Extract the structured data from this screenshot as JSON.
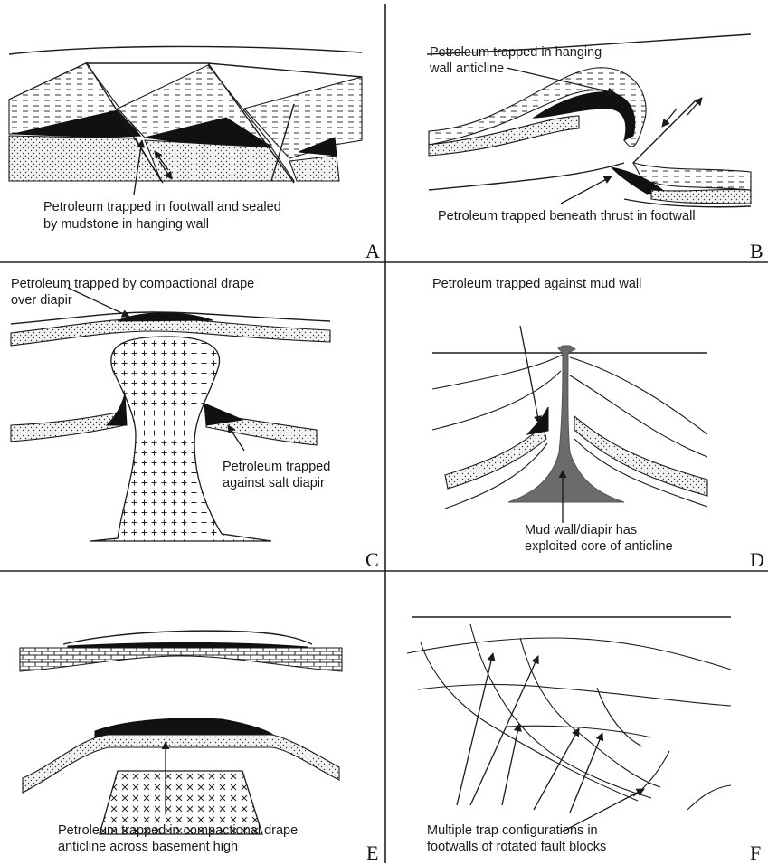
{
  "panels": {
    "a": {
      "letter": "A",
      "caption_1": "Petroleum trapped in footwall and sealed",
      "caption_2": "by mudstone in hanging wall"
    },
    "b": {
      "letter": "B",
      "label_top_1": "Petroleum trapped in hanging",
      "label_top_2": "wall anticline",
      "label_bottom": "Petroleum trapped beneath thrust in footwall"
    },
    "c": {
      "letter": "C",
      "label_top_1": "Petroleum trapped by compactional drape",
      "label_top_2": "over diapir",
      "label_side_1": "Petroleum trapped",
      "label_side_2": "against salt diapir"
    },
    "d": {
      "letter": "D",
      "title": "Petroleum trapped against mud wall",
      "caption_1": "Mud wall/diapir has",
      "caption_2": "exploited core of anticline"
    },
    "e": {
      "letter": "E",
      "caption_1": "Petroleum trapped in compactional drape",
      "caption_2": "anticline across basement high"
    },
    "f": {
      "letter": "F",
      "caption_1": "Multiple trap configurations in",
      "caption_2": "footwalls of rotated fault blocks"
    }
  },
  "colors": {
    "oil": "#111111",
    "mud_diapir": "#6b6b6b",
    "background": "#ffffff"
  }
}
